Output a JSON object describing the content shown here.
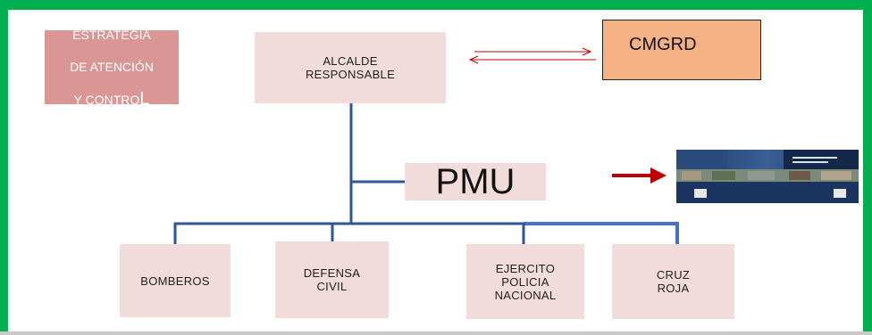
{
  "boxes": {
    "strategy": {
      "line1": "ESTRATEGIA",
      "line2": "DE ATENCIÓN",
      "line3a": "Y CONTRO",
      "line3b": "L"
    },
    "alcalde": "ALCALDE\nRESPONSABLE",
    "cmgrd": "CMGRD",
    "pmu": "PMU",
    "bomberos": "BOMBEROS",
    "defensa": "DEFENSA\nCIVIL",
    "ejercito": "EJERCITO\nPOLICIA\nNACIONAL",
    "cruz_roja": "CRUZ\nROJA"
  },
  "colors": {
    "frame": "#00b050",
    "box_fill": "#f2dcdb",
    "strategy_fill": "#d99694",
    "cmgrd_fill": "#f4b183",
    "connector_dark": "#2f5597",
    "connector_light": "#4472c4",
    "arrow_red": "#c00000"
  },
  "icons": {
    "pmu_arrow": "right-arrow-icon",
    "exchange_arrows": "bidirectional-arrow-icon"
  }
}
